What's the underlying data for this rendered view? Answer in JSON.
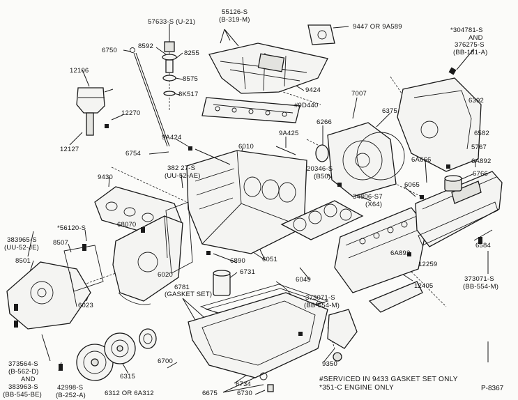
{
  "labels": {
    "p57633": "57633-S (U-21)",
    "p55126": "55126-S",
    "p55126b": "(B-319-M)",
    "p9447": "9447 OR 9A589",
    "p304781": "*304781-S",
    "p304781and": "AND",
    "p376275": "376275-S",
    "p376275b": "(BB-181-A)",
    "p6750": "6750",
    "p8592": "8592",
    "p8255": "8255",
    "p8575": "8575",
    "p8K517": "8K517",
    "p12106": "12106",
    "p9424": "9424",
    "p9D440": "#9D440",
    "p7007": "7007",
    "p6375": "6375",
    "p6392": "6392",
    "p12270": "12270",
    "p12127": "12127",
    "p9A424": "9A424",
    "p6266": "6266",
    "p9A425": "9A425",
    "p6582": "6582",
    "p6754": "6754",
    "p6010": "6010",
    "p5767": "5767",
    "p6A666": "6A666",
    "p6A892a": "6A892",
    "p6766": "6766",
    "p38227": "382 27-S",
    "p38227b": "(UU-52-AE)",
    "p20346": "20346-S",
    "p20346b": "(B50)",
    "p9430": "9430",
    "p34806": "34806-S7",
    "p34806b": "(X64)",
    "p6065": "6065",
    "p56120": "*56120-S",
    "p68070": "68070",
    "p383965": "383965-S",
    "p383965b": "(UU-52-JE)",
    "p8507": "8507",
    "p6584": "6584",
    "p8501": "8501",
    "p6890": "6890",
    "p6051": "6051",
    "p6A892b": "6A892",
    "p12259": "12259",
    "p6731": "6731",
    "p6049": "6049",
    "p12405": "12405",
    "p373071a": "373071-S",
    "p373071ab": "(BB-554-M)",
    "p6020": "6020",
    "p6023": "6023",
    "p6781": "6781",
    "p6781b": "(GASKET SET)",
    "p373071b": "373071-S",
    "p373071bb": "(BB-554-M)",
    "p6700": "6700",
    "p373564": "373564-S",
    "p373564b": "(B-562-D)",
    "p373564and": "AND",
    "p383963": "383963-S",
    "p383963b": "(BB-545-BE)",
    "p6315": "6315",
    "p9350": "9350",
    "p42998": "42998-S",
    "p42998b": "(B-252-A)",
    "p6312": "6312 OR 6A312",
    "p6734": "6734",
    "p6675": "6675",
    "p6730": "6730"
  },
  "notes": {
    "serviced": "#SERVICED IN 9433 GASKET SET ONLY",
    "engine": "*351-C ENGINE ONLY"
  },
  "plate": "P-8367"
}
